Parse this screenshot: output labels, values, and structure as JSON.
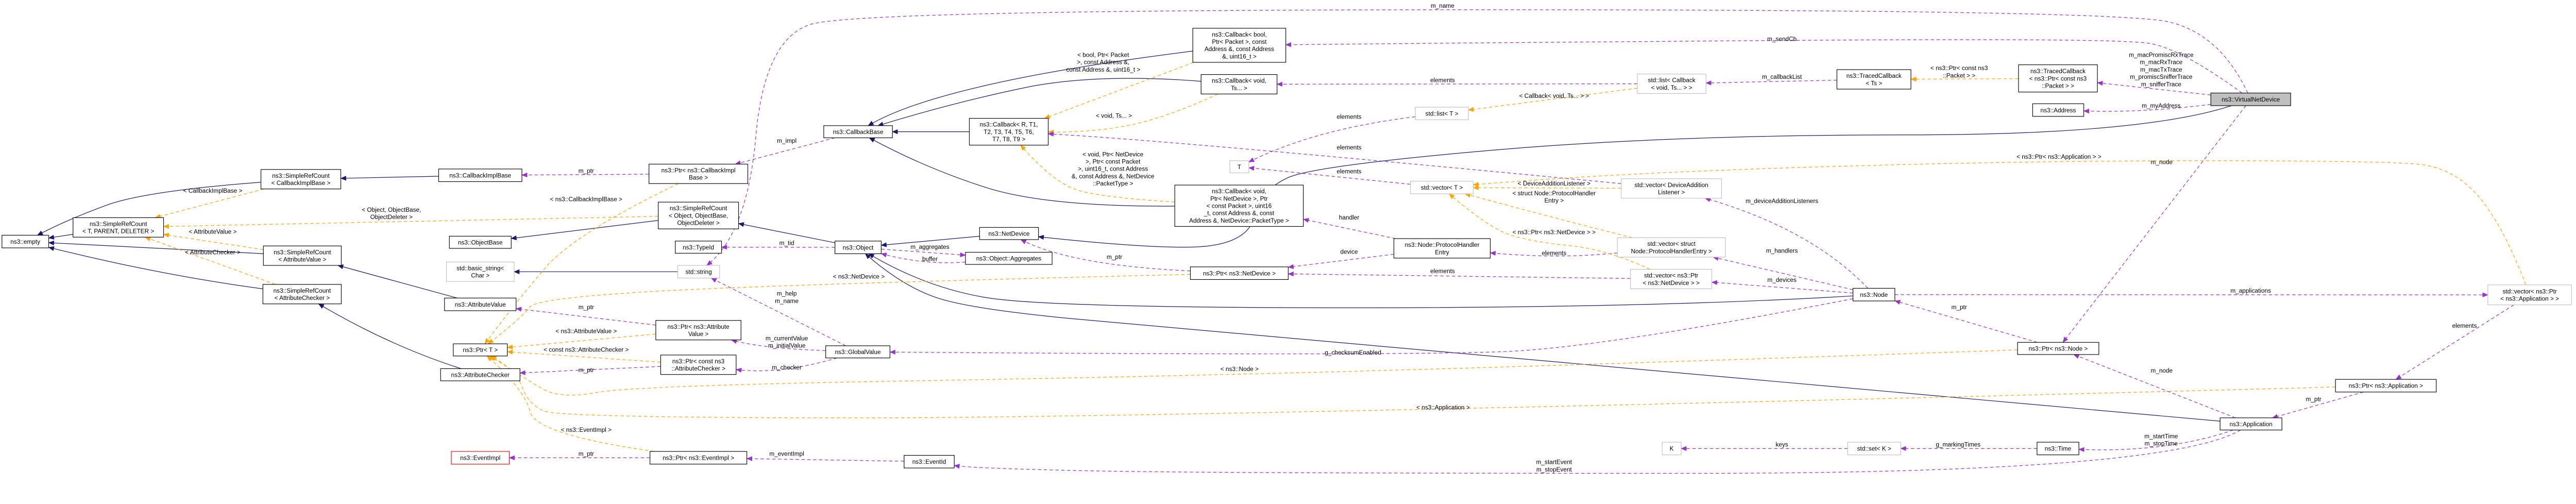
{
  "diagram_type": "collaboration graph",
  "colors": {
    "inheritance": "#191970",
    "usage": "#9a32cd",
    "template": "#ffa500",
    "node_border": "#000000",
    "external_border": "#bfbfbf",
    "undocumented_border": "#ff0000",
    "focus_fill": "#bfbfbf"
  },
  "nodes": {
    "empty": {
      "label": [
        "ns3::empty"
      ],
      "style": "normal"
    },
    "src_tpd": {
      "label": [
        "ns3::SimpleRefCount",
        "< T, PARENT, DELETER >"
      ],
      "style": "normal"
    },
    "src_cib": {
      "label": [
        "ns3::SimpleRefCount",
        "< CallbackImplBase >"
      ],
      "style": "normal"
    },
    "src_av": {
      "label": [
        "ns3::SimpleRefCount",
        "< AttributeValue >"
      ],
      "style": "normal"
    },
    "src_ac": {
      "label": [
        "ns3::SimpleRefCount",
        "< AttributeChecker >"
      ],
      "style": "normal"
    },
    "cib": {
      "label": [
        "ns3::CallbackImplBase"
      ],
      "style": "normal"
    },
    "objbase": {
      "label": [
        "ns3::ObjectBase"
      ],
      "style": "normal"
    },
    "basic_string": {
      "label": [
        "std::basic_string<",
        "Char >"
      ],
      "style": "external"
    },
    "av": {
      "label": [
        "ns3::AttributeValue"
      ],
      "style": "normal"
    },
    "ptr_t": {
      "label": [
        "ns3::Ptr< T >"
      ],
      "style": "normal"
    },
    "ac": {
      "label": [
        "ns3::AttributeChecker"
      ],
      "style": "normal"
    },
    "eventimpl": {
      "label": [
        "ns3::EventImpl"
      ],
      "style": "undocumented"
    },
    "ptr_cib": {
      "label": [
        "ns3::Ptr< ns3::CallbackImpl",
        "Base >"
      ],
      "style": "normal"
    },
    "src_obj": {
      "label": [
        "ns3::SimpleRefCount",
        "< Object, ObjectBase,",
        "ObjectDeleter >"
      ],
      "style": "normal"
    },
    "typeid": {
      "label": [
        "ns3::TypeId"
      ],
      "style": "normal"
    },
    "string": {
      "label": [
        "std::string"
      ],
      "style": "external"
    },
    "ptr_av": {
      "label": [
        "ns3::Ptr< ns3::Attribute",
        "Value >"
      ],
      "style": "normal"
    },
    "ptr_ac": {
      "label": [
        "ns3::Ptr< const ns3",
        "::AttributeChecker >"
      ],
      "style": "normal"
    },
    "ptr_ei": {
      "label": [
        "ns3::Ptr< ns3::EventImpl >"
      ],
      "style": "normal"
    },
    "cbbase": {
      "label": [
        "ns3::CallbackBase"
      ],
      "style": "normal"
    },
    "object": {
      "label": [
        "ns3::Object"
      ],
      "style": "normal"
    },
    "globalvalue": {
      "label": [
        "ns3::GlobalValue"
      ],
      "style": "normal"
    },
    "eventid": {
      "label": [
        "ns3::EventId"
      ],
      "style": "normal"
    },
    "cb_r": {
      "label": [
        "ns3::Callback< R, T1,",
        "T2, T3, T4, T5, T6,",
        "T7, T8, T9 >"
      ],
      "style": "normal"
    },
    "netdevice": {
      "label": [
        "ns3::NetDevice"
      ],
      "style": "normal"
    },
    "aggregates": {
      "label": [
        "ns3::Object::Aggregates"
      ],
      "style": "normal"
    },
    "cb_bool": {
      "label": [
        "ns3::Callback< bool,",
        "Ptr< Packet >, const",
        "Address &, const Address",
        "&, uint16_t >"
      ],
      "style": "normal"
    },
    "cb_void_ts": {
      "label": [
        "ns3::Callback< void,",
        "Ts... >"
      ],
      "style": "normal"
    },
    "cb_void_nd": {
      "label": [
        "ns3::Callback< void,",
        "Ptr< NetDevice >, Ptr",
        "< const Packet >, uint16",
        "_t, const Address &, const",
        "Address &, NetDevice::PacketType >"
      ],
      "style": "normal"
    },
    "T": {
      "label": [
        "T"
      ],
      "style": "external"
    },
    "ptr_nd": {
      "label": [
        "ns3::Ptr< ns3::NetDevice >"
      ],
      "style": "normal"
    },
    "list_t": {
      "label": [
        "std::list< T >"
      ],
      "style": "external"
    },
    "vector_t": {
      "label": [
        "std::vector< T >"
      ],
      "style": "external"
    },
    "phe": {
      "label": [
        "ns3::Node::ProtocolHandler",
        "Entry"
      ],
      "style": "normal"
    },
    "list_cb": {
      "label": [
        "std::list< Callback",
        "< void, Ts... > >"
      ],
      "style": "external"
    },
    "vec_dal": {
      "label": [
        "std::vector< DeviceAddition",
        "Listener >"
      ],
      "style": "external"
    },
    "vec_phe": {
      "label": [
        "std::vector< struct",
        "Node::ProtocolHandlerEntry >"
      ],
      "style": "external"
    },
    "vec_pnd": {
      "label": [
        "std::vector< ns3::Ptr",
        "< ns3::NetDevice > >"
      ],
      "style": "external"
    },
    "K": {
      "label": [
        "K"
      ],
      "style": "external"
    },
    "traced_ts": {
      "label": [
        "ns3::TracedCallback",
        "< Ts >"
      ],
      "style": "normal"
    },
    "node": {
      "label": [
        "ns3::Node"
      ],
      "style": "normal"
    },
    "set_k": {
      "label": [
        "std::set< K >"
      ],
      "style": "external"
    },
    "traced_pkt": {
      "label": [
        "ns3::TracedCallback",
        "< ns3::Ptr< const ns3",
        "::Packet > >"
      ],
      "style": "normal"
    },
    "address": {
      "label": [
        "ns3::Address"
      ],
      "style": "normal"
    },
    "ptr_node": {
      "label": [
        "ns3::Ptr< ns3::Node >"
      ],
      "style": "normal"
    },
    "time": {
      "label": [
        "ns3::Time"
      ],
      "style": "normal"
    },
    "vnd": {
      "label": [
        "ns3::VirtualNetDevice"
      ],
      "style": "focus"
    },
    "application": {
      "label": [
        "ns3::Application"
      ],
      "style": "normal"
    },
    "ptr_app": {
      "label": [
        "ns3::Ptr< ns3::Application >"
      ],
      "style": "normal"
    },
    "vec_app": {
      "label": [
        "std::vector< ns3::Ptr",
        "< ns3::Application > >"
      ],
      "style": "external"
    }
  },
  "edges": [
    {
      "from": "src_tpd",
      "to": "empty",
      "type": "inheritance",
      "label": []
    },
    {
      "from": "src_cib",
      "to": "empty",
      "type": "inheritance",
      "label": []
    },
    {
      "from": "src_av",
      "to": "empty",
      "type": "inheritance",
      "label": []
    },
    {
      "from": "src_ac",
      "to": "empty",
      "type": "inheritance",
      "label": []
    },
    {
      "from": "cib",
      "to": "src_cib",
      "type": "inheritance",
      "label": []
    },
    {
      "from": "av",
      "to": "src_av",
      "type": "inheritance",
      "label": []
    },
    {
      "from": "ac",
      "to": "src_ac",
      "type": "inheritance",
      "label": []
    },
    {
      "from": "src_cib",
      "to": "src_tpd",
      "type": "template",
      "label": [
        "< CallbackImplBase >"
      ]
    },
    {
      "from": "src_obj",
      "to": "src_tpd",
      "type": "template",
      "label": [
        "< Object, ObjectBase,",
        "ObjectDeleter >"
      ]
    },
    {
      "from": "src_av",
      "to": "src_tpd",
      "type": "template",
      "label": [
        "< AttributeValue >"
      ]
    },
    {
      "from": "src_ac",
      "to": "src_tpd",
      "type": "template",
      "label": [
        "< AttributeChecker >"
      ]
    },
    {
      "from": "ptr_cib",
      "to": "cib",
      "type": "usage",
      "label": [
        "m_ptr"
      ]
    },
    {
      "from": "src_obj",
      "to": "objbase",
      "type": "inheritance",
      "label": []
    },
    {
      "from": "object",
      "to": "src_obj",
      "type": "inheritance",
      "label": []
    },
    {
      "from": "string",
      "to": "basic_string",
      "type": "inheritance",
      "label": []
    },
    {
      "from": "ptr_cib",
      "to": "ptr_t",
      "type": "template",
      "label": [
        "< ns3::CallbackImplBase >"
      ]
    },
    {
      "from": "ptr_av",
      "to": "av",
      "type": "usage",
      "label": [
        "m_ptr"
      ]
    },
    {
      "from": "ptr_av",
      "to": "ptr_t",
      "type": "template",
      "label": [
        "< ns3::AttributeValue >"
      ]
    },
    {
      "from": "ptr_ac",
      "to": "ptr_t",
      "type": "template",
      "label": [
        "< const ns3::AttributeChecker >"
      ]
    },
    {
      "from": "ptr_ac",
      "to": "ac",
      "type": "usage",
      "label": [
        "m_ptr"
      ]
    },
    {
      "from": "ptr_ei",
      "to": "ptr_t",
      "type": "template",
      "label": [
        "< ns3::EventImpl >"
      ]
    },
    {
      "from": "ptr_ei",
      "to": "eventimpl",
      "type": "usage",
      "label": [
        "m_ptr"
      ]
    },
    {
      "from": "cbbase",
      "to": "ptr_cib",
      "type": "usage",
      "label": [
        "m_impl"
      ]
    },
    {
      "from": "cb_r",
      "to": "cbbase",
      "type": "inheritance",
      "label": []
    },
    {
      "from": "cb_bool",
      "to": "cbbase",
      "type": "inheritance",
      "label": []
    },
    {
      "from": "cb_void_ts",
      "to": "cbbase",
      "type": "inheritance",
      "label": []
    },
    {
      "from": "cb_void_nd",
      "to": "cbbase",
      "type": "inheritance",
      "label": []
    },
    {
      "from": "cb_bool",
      "to": "cb_r",
      "type": "template",
      "label": [
        "< bool, Ptr< Packet",
        ">, const Address &,",
        "const Address &, uint16_t >"
      ]
    },
    {
      "from": "cb_void_ts",
      "to": "cb_r",
      "type": "template",
      "label": [
        "< void, Ts... >"
      ]
    },
    {
      "from": "cb_void_nd",
      "to": "cb_r",
      "type": "template",
      "label": [
        "< void, Ptr< NetDevice",
        ">, Ptr< const Packet",
        ">, uint16_t, const Address",
        "&, const Address &, NetDevice",
        "::PacketType >"
      ]
    },
    {
      "from": "object",
      "to": "typeid",
      "type": "usage",
      "label": [
        "m_tid"
      ]
    },
    {
      "from": "object",
      "to": "aggregates",
      "type": "usage",
      "label": [
        "m_aggregates"
      ]
    },
    {
      "from": "aggregates",
      "to": "object",
      "type": "usage",
      "label": [
        "buffer"
      ]
    },
    {
      "from": "netdevice",
      "to": "object",
      "type": "inheritance",
      "label": []
    },
    {
      "from": "node",
      "to": "object",
      "type": "inheritance",
      "label": []
    },
    {
      "from": "application",
      "to": "object",
      "type": "inheritance",
      "label": []
    },
    {
      "from": "globalvalue",
      "to": "string",
      "type": "usage",
      "label": [
        "m_help",
        "m_name"
      ]
    },
    {
      "from": "globalvalue",
      "to": "ptr_av",
      "type": "usage",
      "label": [
        "m_currentValue",
        "m_initialValue"
      ]
    },
    {
      "from": "globalvalue",
      "to": "ptr_ac",
      "type": "usage",
      "label": [
        "m_checker"
      ]
    },
    {
      "from": "eventid",
      "to": "ptr_ei",
      "type": "usage",
      "label": [
        "m_eventImpl"
      ]
    },
    {
      "from": "ptr_nd",
      "to": "ptr_t",
      "type": "template",
      "label": [
        "< ns3::NetDevice >"
      ]
    },
    {
      "from": "ptr_nd",
      "to": "netdevice",
      "type": "usage",
      "label": [
        "m_ptr"
      ]
    },
    {
      "from": "phe",
      "to": "ptr_nd",
      "type": "usage",
      "label": [
        "device"
      ]
    },
    {
      "from": "phe",
      "to": "cb_void_nd",
      "type": "usage",
      "label": [
        "handler"
      ]
    },
    {
      "from": "vec_phe",
      "to": "phe",
      "type": "usage",
      "label": [
        "elements"
      ]
    },
    {
      "from": "vec_pnd",
      "to": "ptr_nd",
      "type": "usage",
      "label": [
        "elements"
      ]
    },
    {
      "from": "list_t",
      "to": "T",
      "type": "usage",
      "label": [
        "elements"
      ]
    },
    {
      "from": "vector_t",
      "to": "T",
      "type": "usage",
      "label": [
        "elements"
      ]
    },
    {
      "from": "vec_dal",
      "to": "cb_r",
      "type": "usage",
      "label": [
        "elements"
      ]
    },
    {
      "from": "list_cb",
      "to": "cb_void_ts",
      "type": "usage",
      "label": [
        "elements"
      ]
    },
    {
      "from": "list_cb",
      "to": "list_t",
      "type": "template",
      "label": [
        "< Callback< void, Ts... > >"
      ]
    },
    {
      "from": "vec_dal",
      "to": "vector_t",
      "type": "template",
      "label": [
        "< DeviceAdditionListener >"
      ]
    },
    {
      "from": "vec_phe",
      "to": "vector_t",
      "type": "template",
      "label": [
        "< struct Node::ProtocolHandler",
        "Entry >"
      ]
    },
    {
      "from": "vec_pnd",
      "to": "vector_t",
      "type": "template",
      "label": [
        "< ns3::Ptr< ns3::NetDevice > >"
      ]
    },
    {
      "from": "vec_app",
      "to": "vector_t",
      "type": "template",
      "label": [
        "< ns3::Ptr< ns3::Application > >"
      ]
    },
    {
      "from": "traced_ts",
      "to": "list_cb",
      "type": "usage",
      "label": [
        "m_callbackList"
      ]
    },
    {
      "from": "traced_pkt",
      "to": "traced_ts",
      "type": "template",
      "label": [
        "< ns3::Ptr< const ns3",
        "::Packet > >"
      ]
    },
    {
      "from": "vnd",
      "to": "string",
      "type": "usage",
      "label": [
        "m_name"
      ]
    },
    {
      "from": "vnd",
      "to": "cb_bool",
      "type": "usage",
      "label": [
        "m_sendCb"
      ]
    },
    {
      "from": "vnd",
      "to": "traced_pkt",
      "type": "usage",
      "label": [
        "m_macPromiscRxTrace",
        "m_macRxTrace",
        "m_macTxTrace",
        "m_promiscSnifferTrace",
        "m_snifferTrace"
      ]
    },
    {
      "from": "vnd",
      "to": "address",
      "type": "usage",
      "label": [
        "m_myAddress"
      ]
    },
    {
      "from": "vnd",
      "to": "netdevice",
      "type": "inheritance",
      "label": []
    },
    {
      "from": "vnd",
      "to": "ptr_node",
      "type": "usage",
      "label": [
        "m_node"
      ]
    },
    {
      "from": "node",
      "to": "vec_dal",
      "type": "usage",
      "label": [
        "m_deviceAdditionListeners"
      ]
    },
    {
      "from": "node",
      "to": "vec_phe",
      "type": "usage",
      "label": [
        "m_handlers"
      ]
    },
    {
      "from": "node",
      "to": "vec_pnd",
      "type": "usage",
      "label": [
        "m_devices"
      ]
    },
    {
      "from": "node",
      "to": "vec_app",
      "type": "usage",
      "label": [
        "m_applications"
      ]
    },
    {
      "from": "node",
      "to": "globalvalue",
      "type": "usage",
      "label": [
        "g_checksumEnabled"
      ]
    },
    {
      "from": "ptr_node",
      "to": "node",
      "type": "usage",
      "label": [
        "m_ptr"
      ]
    },
    {
      "from": "ptr_node",
      "to": "ptr_t",
      "type": "template",
      "label": [
        "< ns3::Node >"
      ]
    },
    {
      "from": "application",
      "to": "ptr_node",
      "type": "usage",
      "label": [
        "m_node"
      ]
    },
    {
      "from": "ptr_app",
      "to": "application",
      "type": "usage",
      "label": [
        "m_ptr"
      ]
    },
    {
      "from": "vec_app",
      "to": "ptr_app",
      "type": "usage",
      "label": [
        "elements"
      ]
    },
    {
      "from": "ptr_app",
      "to": "ptr_t",
      "type": "template",
      "label": [
        "< ns3::Application >"
      ]
    },
    {
      "from": "application",
      "to": "time",
      "type": "usage",
      "label": [
        "m_startTime",
        "m_stopTime"
      ]
    },
    {
      "from": "application",
      "to": "eventid",
      "type": "usage",
      "label": [
        "m_startEvent",
        "m_stopEvent"
      ]
    },
    {
      "from": "set_k",
      "to": "K",
      "type": "usage",
      "label": [
        "keys"
      ]
    },
    {
      "from": "time",
      "to": "set_k",
      "type": "usage",
      "label": [
        "g_markingTimes"
      ]
    }
  ]
}
